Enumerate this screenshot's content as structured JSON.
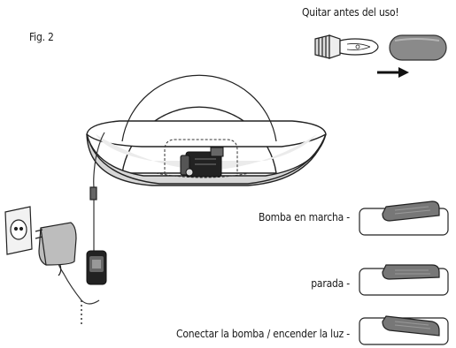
{
  "figure": {
    "label": "Fig. 2"
  },
  "notice": {
    "remove_before_use": "Quitar antes del uso!"
  },
  "switch_states": [
    {
      "label": "Bomba en marcha -"
    },
    {
      "label": "parada -"
    },
    {
      "label": "Conectar la bomba / encender la luz -"
    }
  ],
  "icons": {
    "sphere": "globe-lamp-icon",
    "bowl": "fountain-bowl-icon",
    "pump": "pump-icon",
    "adapter": "power-adapter-icon",
    "outlet": "wall-socket-icon",
    "switch": "inline-switch-icon",
    "bulb": "halogen-bulb-icon",
    "cap": "protective-cap-icon",
    "arrow": "arrow-right-icon"
  }
}
